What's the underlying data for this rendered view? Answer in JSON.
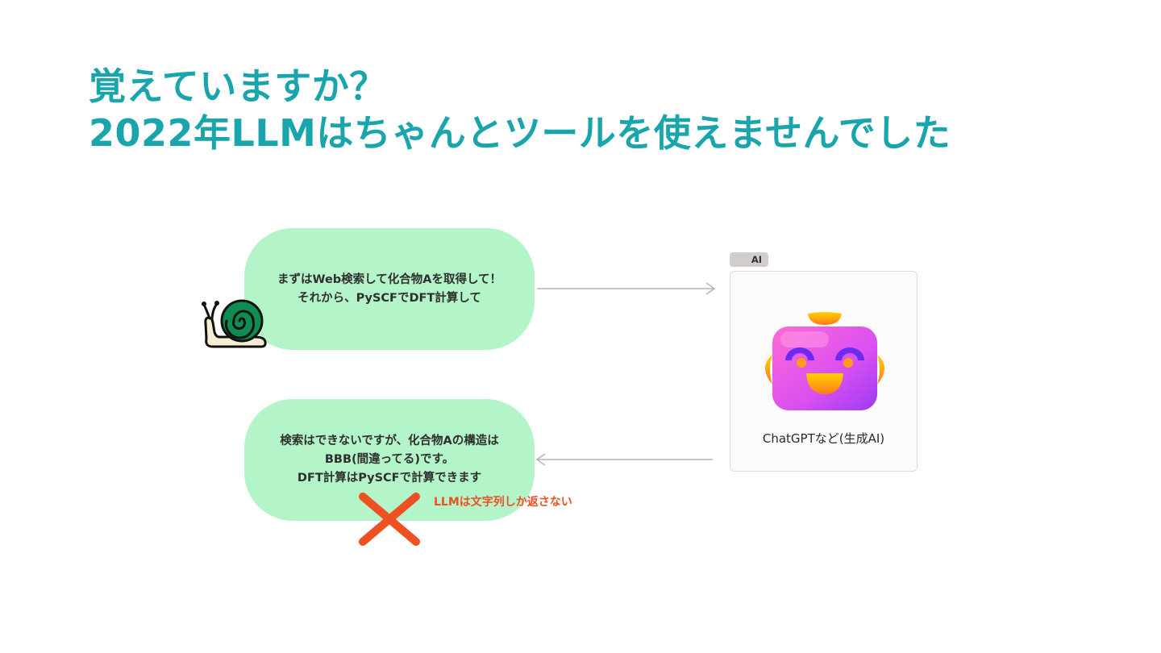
{
  "slide": {
    "title_line1": "覚えていますか？",
    "title_line2": "2022年LLMはちゃんとツールを使えませんでした"
  },
  "user_message": {
    "line1": "まずはWeb検索して化合物Aを取得して！",
    "line2": "それから、PySCFでDFT計算して"
  },
  "ai_response": {
    "line1": "検索はできないですが、化合物Aの構造は",
    "line2": "BBB(間違ってる)です。",
    "line3": "DFT計算はPySCFで計算できます"
  },
  "ai_node": {
    "tag": "AI",
    "caption": "ChatGPTなど(生成AI)"
  },
  "failure_note": "LLMは文字列しか返さない",
  "colors": {
    "title": "#1aa5ad",
    "bubble": "#b3f5c9",
    "arrow": "#b5b5b5",
    "cross": "#ee5022",
    "robot_face": "#d94ff2",
    "robot_accent": "#ffb200"
  },
  "icons": {
    "user": "snail-icon",
    "ai": "robot-icon",
    "failure": "cross-icon"
  }
}
